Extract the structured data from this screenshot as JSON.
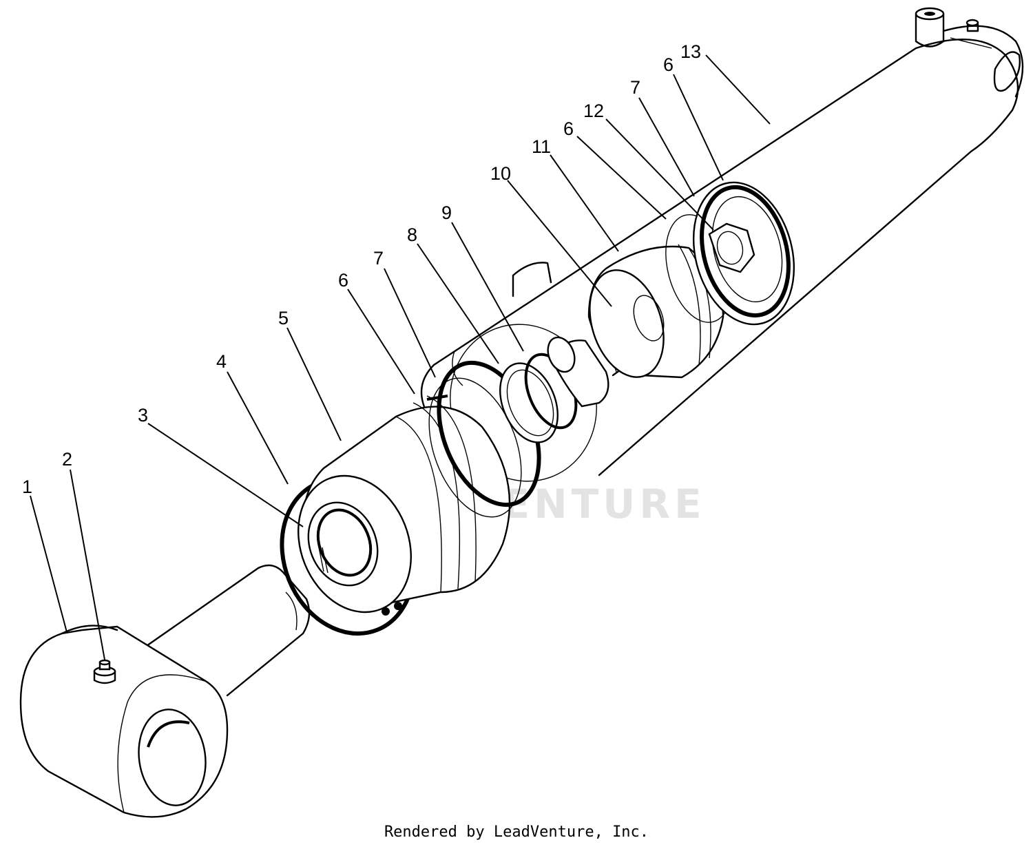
{
  "watermark": "LEADVENTURE",
  "footer": "Rendered by LeadVenture, Inc.",
  "callouts": [
    {
      "id": "c1",
      "label": "1"
    },
    {
      "id": "c2",
      "label": "2"
    },
    {
      "id": "c3",
      "label": "3"
    },
    {
      "id": "c4",
      "label": "4"
    },
    {
      "id": "c5",
      "label": "5"
    },
    {
      "id": "c6a",
      "label": "6"
    },
    {
      "id": "c7a",
      "label": "7"
    },
    {
      "id": "c8",
      "label": "8"
    },
    {
      "id": "c9",
      "label": "9"
    },
    {
      "id": "c10",
      "label": "10"
    },
    {
      "id": "c11",
      "label": "11"
    },
    {
      "id": "c6b",
      "label": "6"
    },
    {
      "id": "c12",
      "label": "12"
    },
    {
      "id": "c7b",
      "label": "7"
    },
    {
      "id": "c6c",
      "label": "6"
    },
    {
      "id": "c13",
      "label": "13"
    }
  ]
}
